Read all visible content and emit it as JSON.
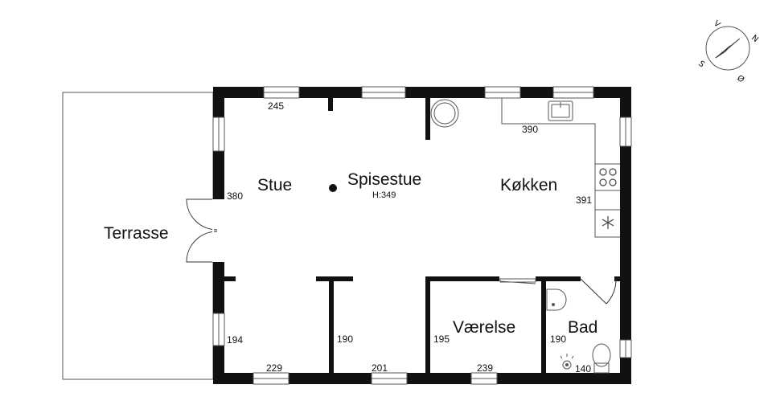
{
  "compass": {
    "north": "N",
    "south": "S",
    "east": "Ø",
    "west": "V"
  },
  "rooms": {
    "terrasse": "Terrasse",
    "stue": "Stue",
    "spisestue": "Spisestue",
    "spisestue_height": "H:349",
    "koekken": "Køkken",
    "vaerelse": "Værelse",
    "bad": "Bad"
  },
  "dimensions": {
    "stue_top": "245",
    "stue_left": "380",
    "koekken_top": "390",
    "koekken_right": "391",
    "sw_room_left": "194",
    "sw_room_bottom": "229",
    "corridor_side": "190",
    "corridor_bottom": "201",
    "vaerelse_left": "195",
    "vaerelse_bottom": "239",
    "bad_left": "190",
    "bad_bottom": "140"
  },
  "colors": {
    "wall": "#111111",
    "line": "#333333",
    "background": "#ffffff"
  }
}
